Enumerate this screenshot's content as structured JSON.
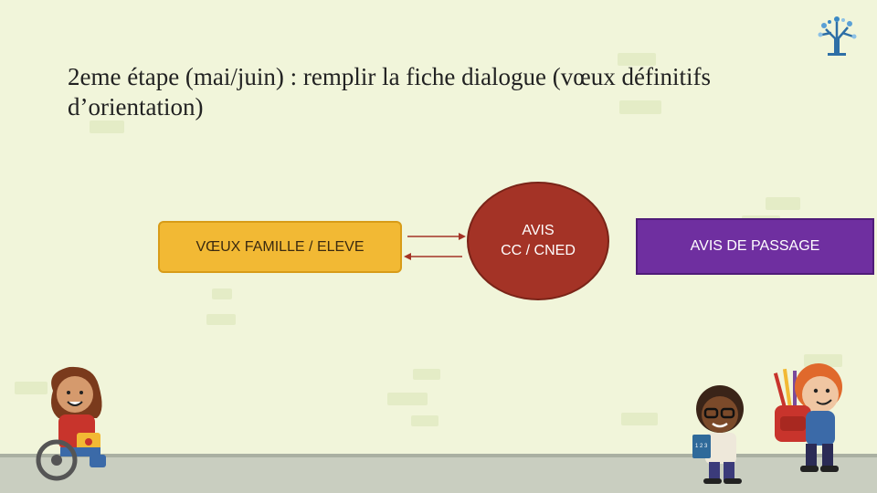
{
  "slide": {
    "title_line1": "2eme étape (mai/juin) : remplir la fiche dialogue (vœux définitifs",
    "title_line2": "d’orientation)"
  },
  "diagram": {
    "famille_label": "VŒUX FAMILLE / ELEVE",
    "avis_line1": "AVIS",
    "avis_line2": "CC / CNED",
    "passage_label": "AVIS DE PASSAGE"
  },
  "colors": {
    "background": "#f1f5da",
    "famille_box": "#f2b934",
    "avis_circle": "#a43326",
    "passage_box": "#6f2fa0",
    "arrow": "#a43326"
  },
  "icons": [
    "tree-logo-icon",
    "girl-wheelchair-illustration",
    "boy-book-illustration",
    "boy-backpack-illustration"
  ]
}
